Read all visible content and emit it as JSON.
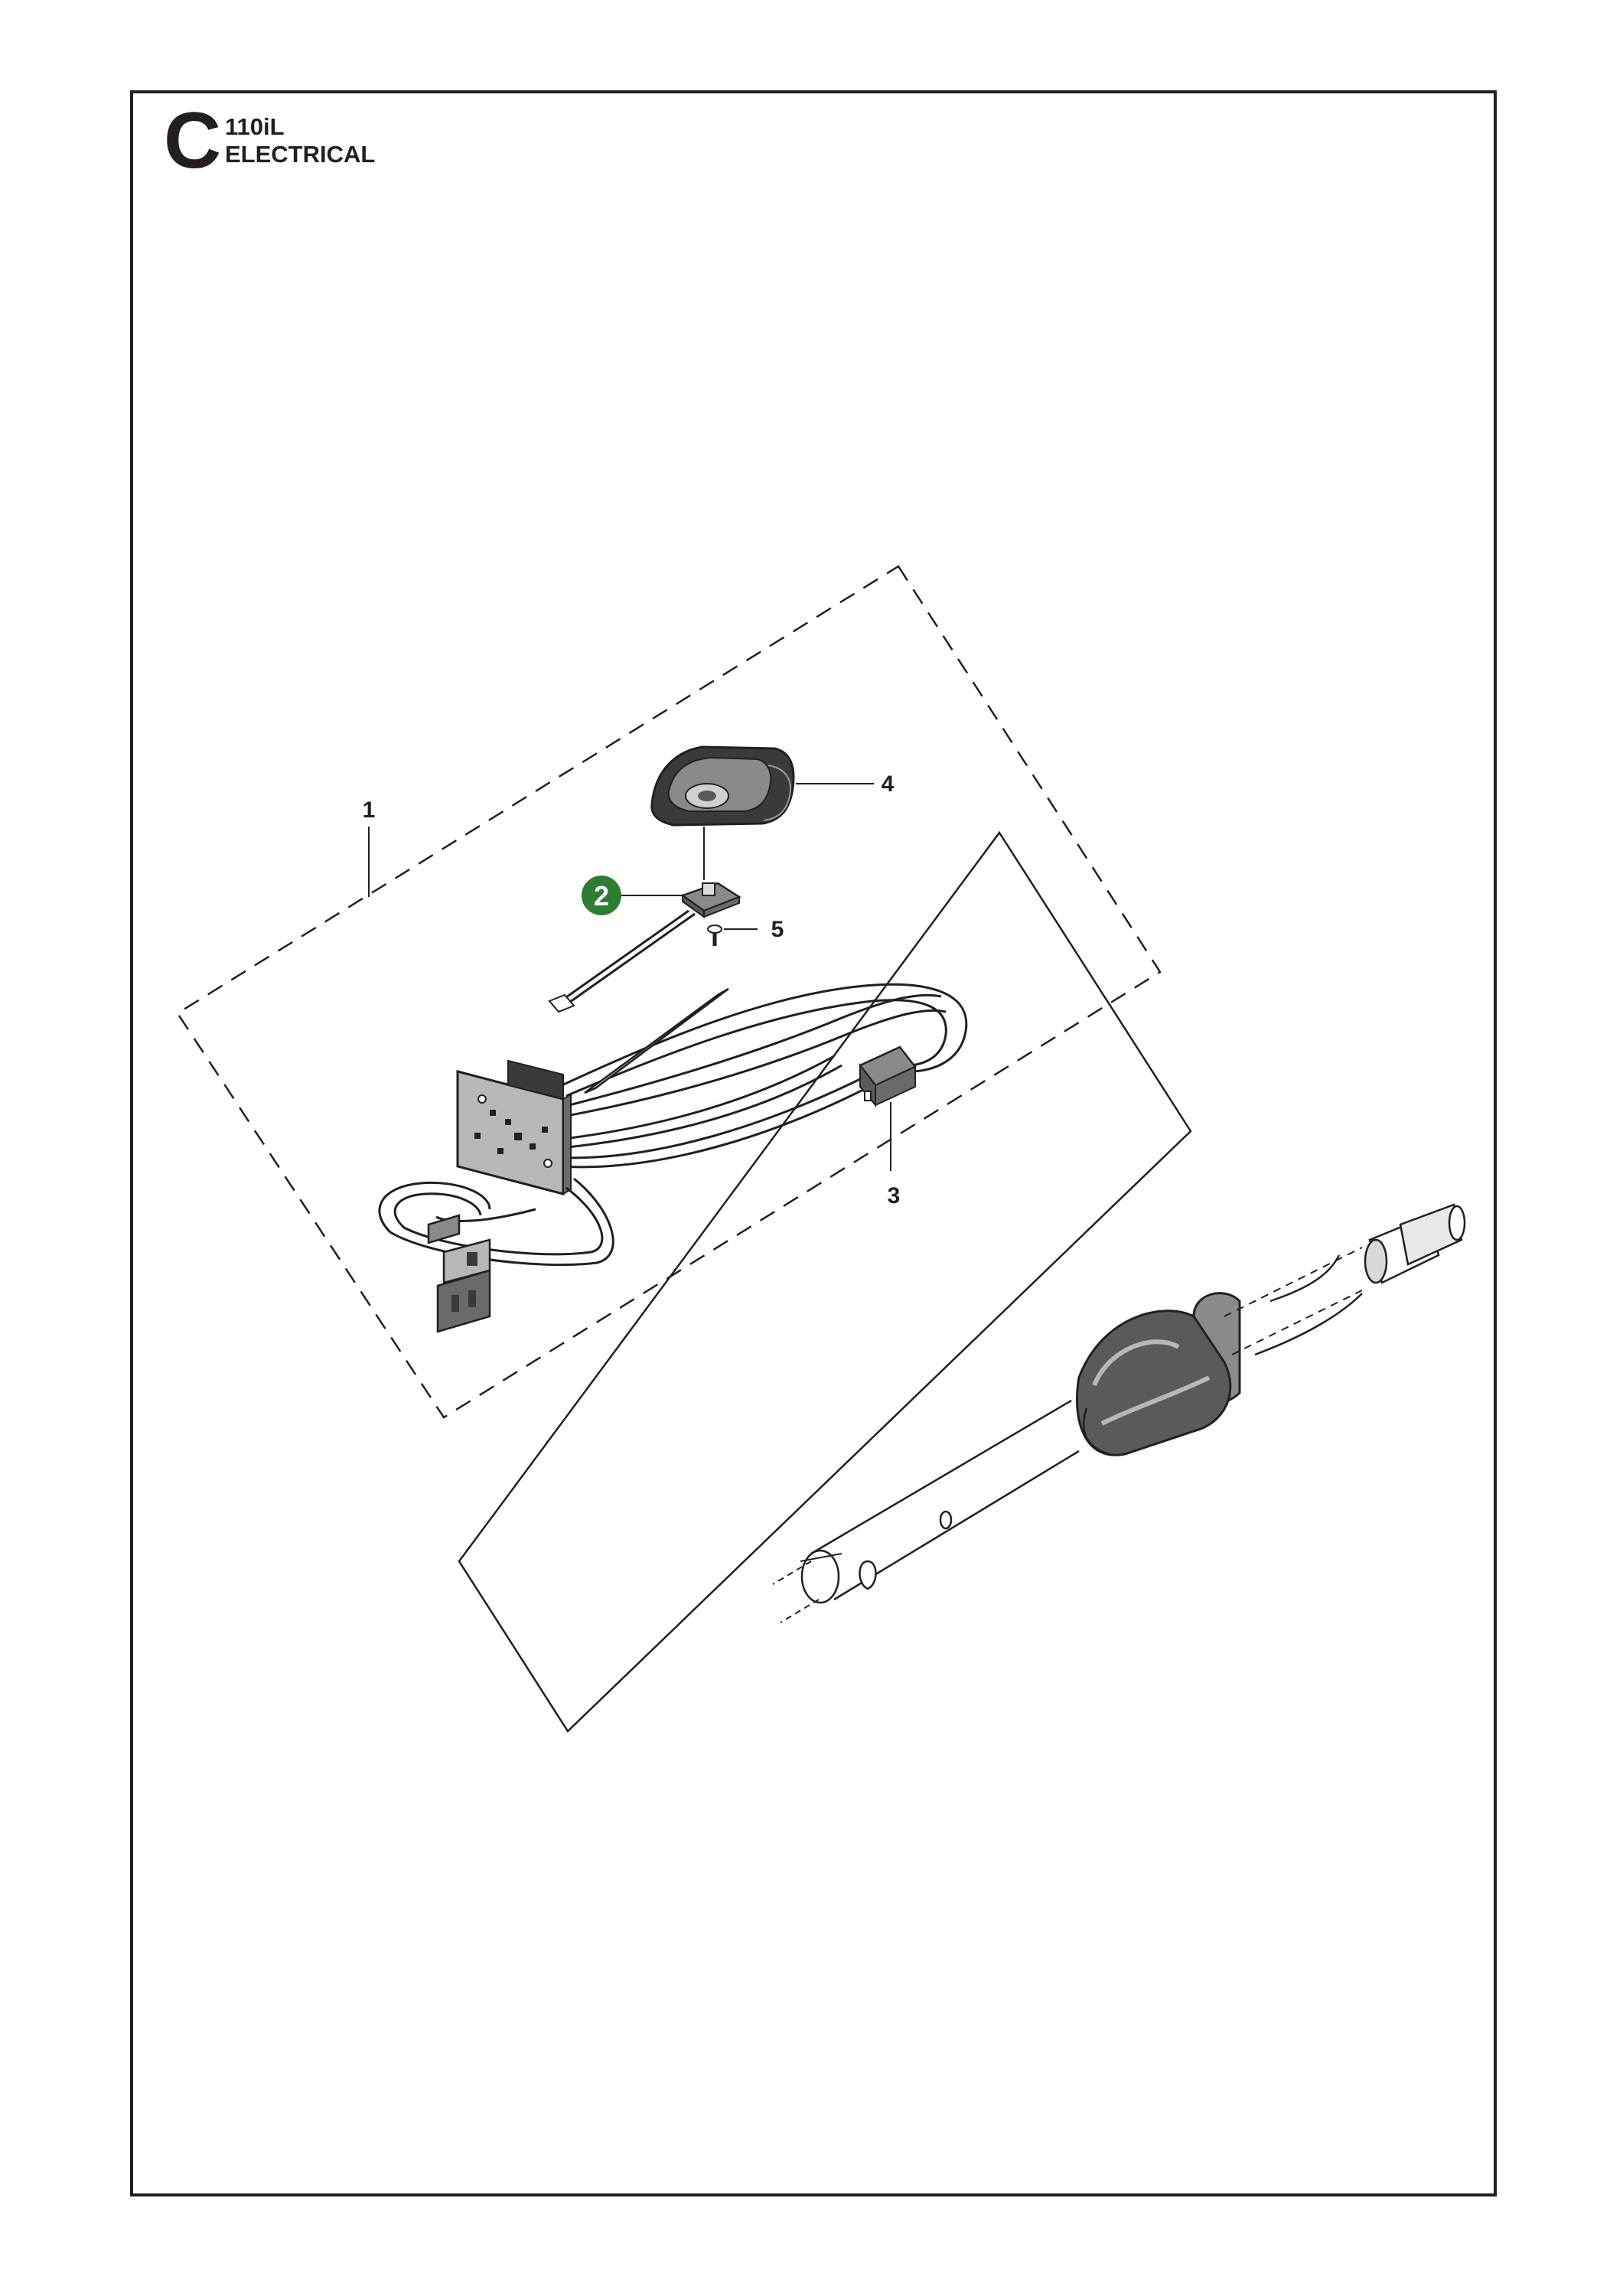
{
  "section": {
    "letter": "C",
    "model": "110iL",
    "title": "ELECTRICAL"
  },
  "callouts": [
    {
      "id": "1",
      "label": "1",
      "highlighted": false
    },
    {
      "id": "2",
      "label": "2",
      "highlighted": true
    },
    {
      "id": "3",
      "label": "3",
      "highlighted": false
    },
    {
      "id": "4",
      "label": "4",
      "highlighted": false
    },
    {
      "id": "5",
      "label": "5",
      "highlighted": false
    }
  ],
  "colors": {
    "line": "#231f20",
    "highlight": "#2e7d32",
    "part_gray": "#8a8a8a",
    "part_dark": "#3a3a3a"
  }
}
